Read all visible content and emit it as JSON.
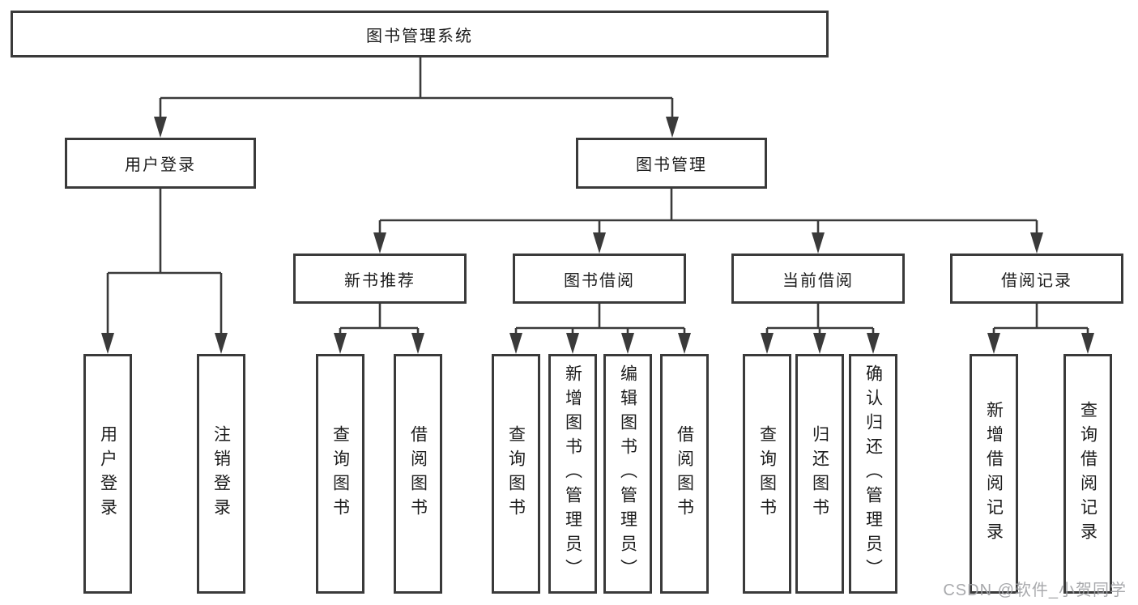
{
  "tree": {
    "root": {
      "label": "图书管理系统"
    },
    "login": {
      "label": "用户登录",
      "children": [
        {
          "label": "用户登录"
        },
        {
          "label": "注销登录"
        }
      ]
    },
    "mgmt": {
      "label": "图书管理",
      "groups": [
        {
          "label": "新书推荐",
          "children": [
            {
              "label": "查询图书"
            },
            {
              "label": "借阅图书"
            }
          ]
        },
        {
          "label": "图书借阅",
          "children": [
            {
              "label": "查询图书"
            },
            {
              "label": "新增图书（管理员）"
            },
            {
              "label": "编辑图书（管理员）"
            },
            {
              "label": "借阅图书"
            }
          ]
        },
        {
          "label": "当前借阅",
          "children": [
            {
              "label": "查询图书"
            },
            {
              "label": "归还图书"
            },
            {
              "label": "确认归还（管理员）"
            }
          ]
        },
        {
          "label": "借阅记录",
          "children": [
            {
              "label": "新增借阅记录"
            },
            {
              "label": "查询借阅记录"
            }
          ]
        }
      ]
    }
  },
  "watermark": {
    "text": "CSDN @软件_小贺同学"
  },
  "colors": {
    "line": "#3a3a3a",
    "text": "#1c1c1c",
    "watermark": "#9fa0a4",
    "background": "#ffffff"
  }
}
